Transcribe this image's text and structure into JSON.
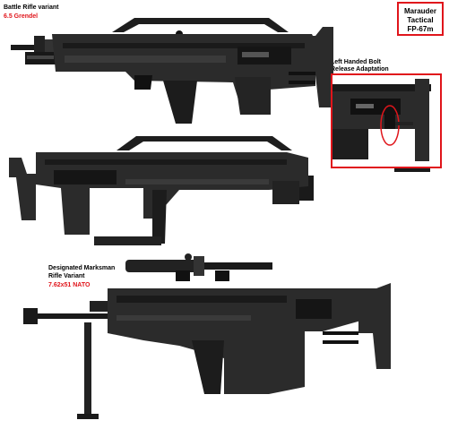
{
  "title": {
    "line1": "Marauder",
    "line2": "Tactical",
    "line3": "FP-67m"
  },
  "variants": {
    "battle": {
      "name": "Battle Rifle variant",
      "caliber": "6.5 Grendel"
    },
    "dmr": {
      "name_line1": "Designated Marksman",
      "name_line2": "Rifle Variant",
      "caliber": "7.62x51 NATO"
    }
  },
  "inset": {
    "line1": "Left Handed Bolt",
    "line2": "Release Adaptation"
  },
  "colors": {
    "accent": "#e0151b",
    "body": "#2b2b2b",
    "dark": "#141414",
    "mid": "#4a4a4a"
  }
}
